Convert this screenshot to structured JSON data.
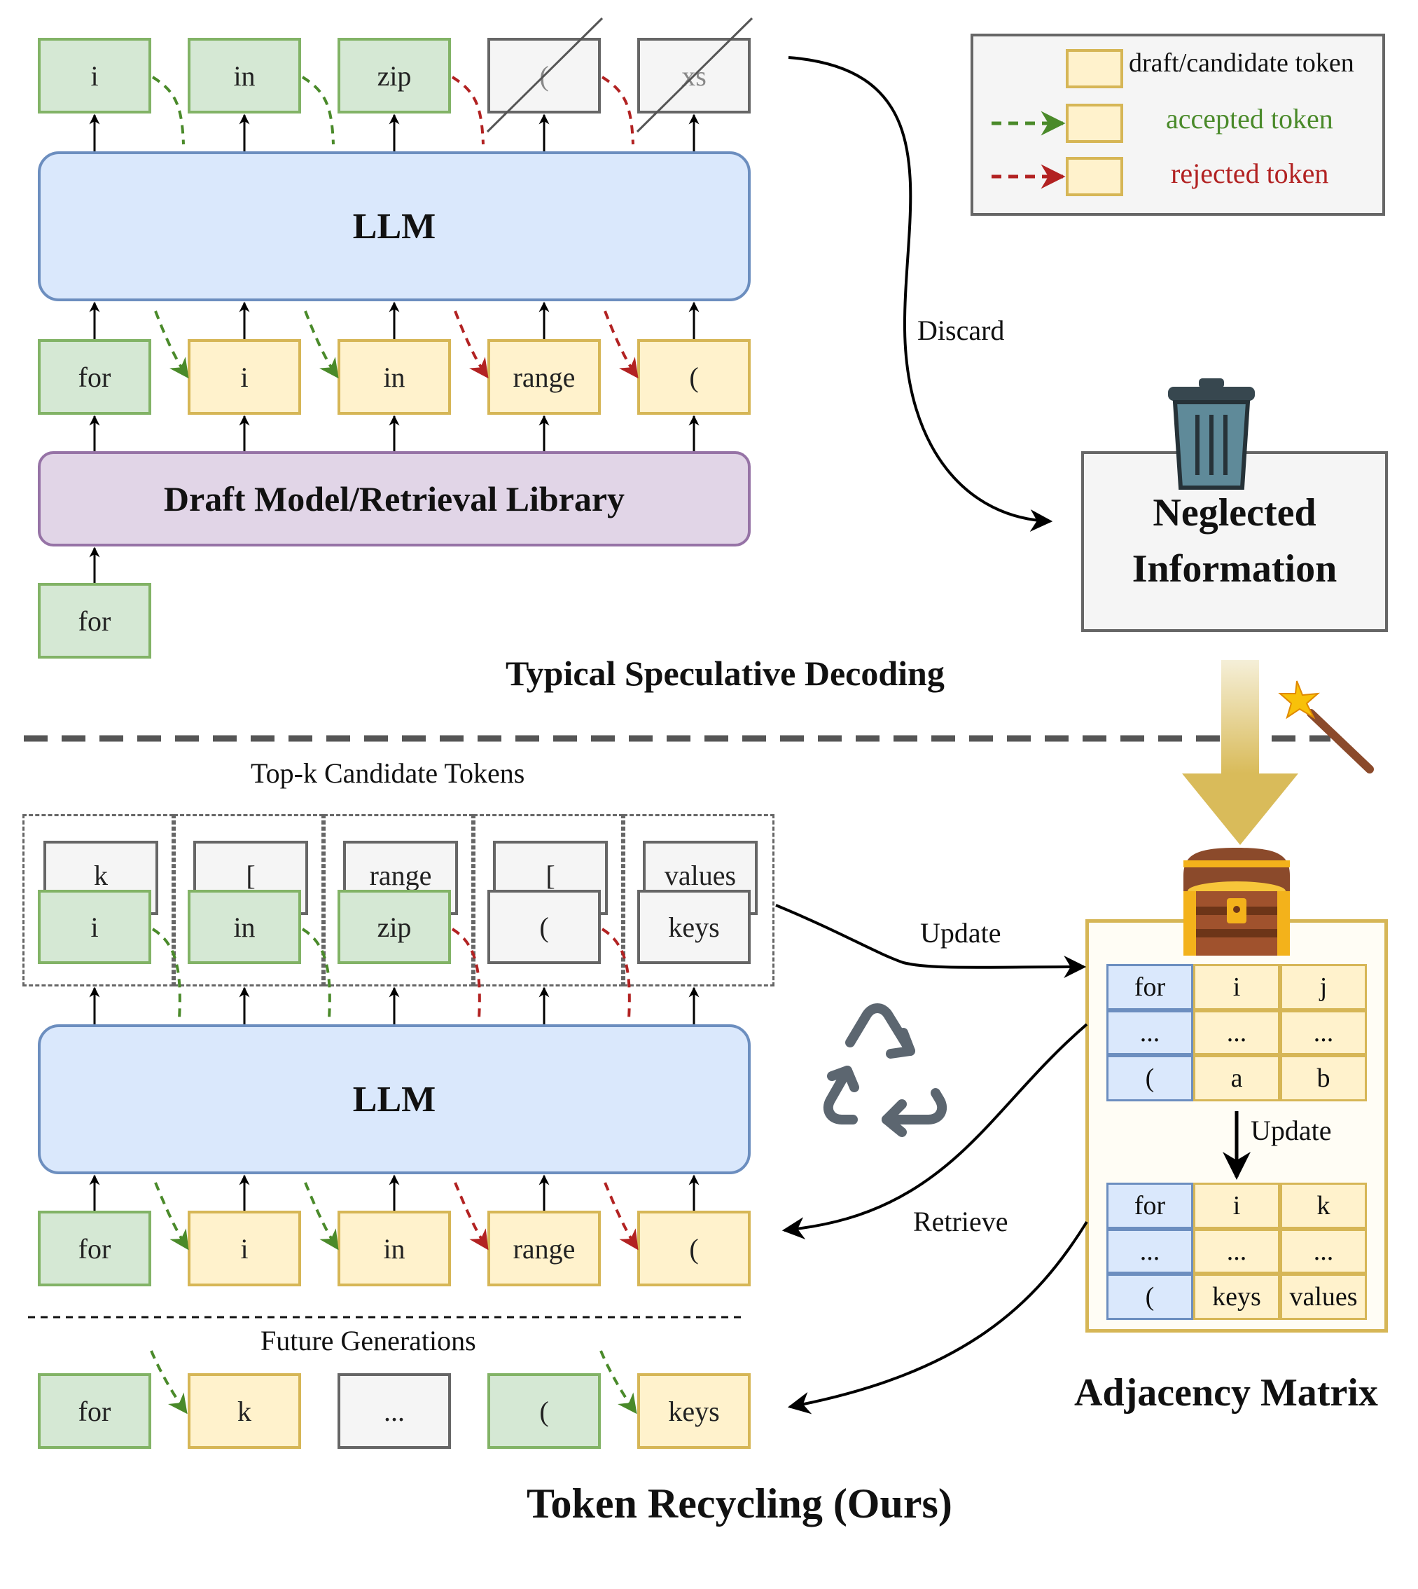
{
  "legend": {
    "draft_label": "draft/candidate token",
    "accepted_label": "accepted token",
    "rejected_label": "rejected token",
    "colors": {
      "accepted": "#4a8a2a",
      "rejected": "#b22222",
      "draft_fill": "#fff2cc"
    }
  },
  "top": {
    "outputs": [
      "i",
      "in",
      "zip",
      "(",
      "xs"
    ],
    "llm": "LLM",
    "inputs": [
      "for",
      "i",
      "in",
      "range",
      "("
    ],
    "draft_model": "Draft Model/Retrieval Library",
    "prompt": "for",
    "discard": "Discard",
    "neglected_line1": "Neglected",
    "neglected_line2": "Information",
    "caption": "Typical Speculative Decoding"
  },
  "bottom": {
    "topk_label": "Top-k Candidate Tokens",
    "back_tokens": [
      "k",
      "[",
      "range",
      "[",
      "values"
    ],
    "front_tokens": [
      "i",
      "in",
      "zip",
      "(",
      "keys"
    ],
    "llm": "LLM",
    "inputs": [
      "for",
      "i",
      "in",
      "range",
      "("
    ],
    "future_label": "Future Generations",
    "future_tokens": [
      "for",
      "k",
      "...",
      "(",
      "keys"
    ],
    "update_label": "Update",
    "retrieve_label": "Retrieve",
    "caption": "Token Recycling (Ours)"
  },
  "matrix": {
    "title": "Adjacency Matrix",
    "update_label": "Update",
    "before": [
      [
        "for",
        "i",
        "j"
      ],
      [
        "...",
        "...",
        "..."
      ],
      [
        "(",
        "a",
        "b"
      ]
    ],
    "after": [
      [
        "for",
        "i",
        "k"
      ],
      [
        "...",
        "...",
        "..."
      ],
      [
        "(",
        "keys",
        "values"
      ]
    ]
  },
  "icons": {
    "trash": "trash-can-icon",
    "wand": "magic-wand-icon",
    "chest": "treasure-chest-icon",
    "recycle": "recycle-icon"
  }
}
